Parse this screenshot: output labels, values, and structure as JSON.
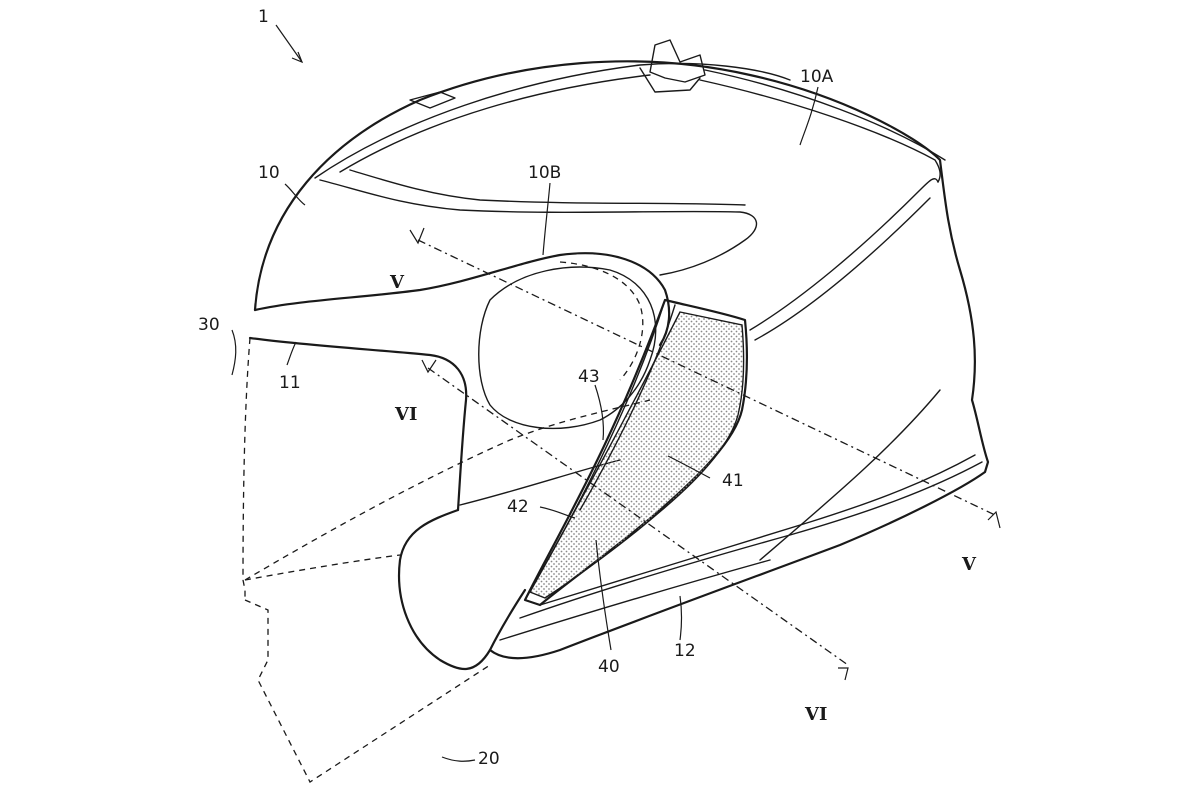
{
  "figure": {
    "labels": {
      "helmet": "1",
      "shell": "10",
      "shell_upper": "10A",
      "shell_side": "10B",
      "edge_front": "11",
      "edge_lower": "12",
      "chin_dashed": "20",
      "shield_dashed": "30",
      "ear_unit": "40",
      "ear_outer": "41",
      "ear_edge": "42",
      "ear_inner": "43"
    },
    "sections": {
      "section_v_top": "V",
      "section_v_bottom": "V",
      "section_vi_top": "VI",
      "section_vi_bottom": "VI"
    },
    "colors": {
      "line": "#1a1a1a",
      "hatch": "#9a9a9a",
      "background": "#ffffff"
    }
  }
}
